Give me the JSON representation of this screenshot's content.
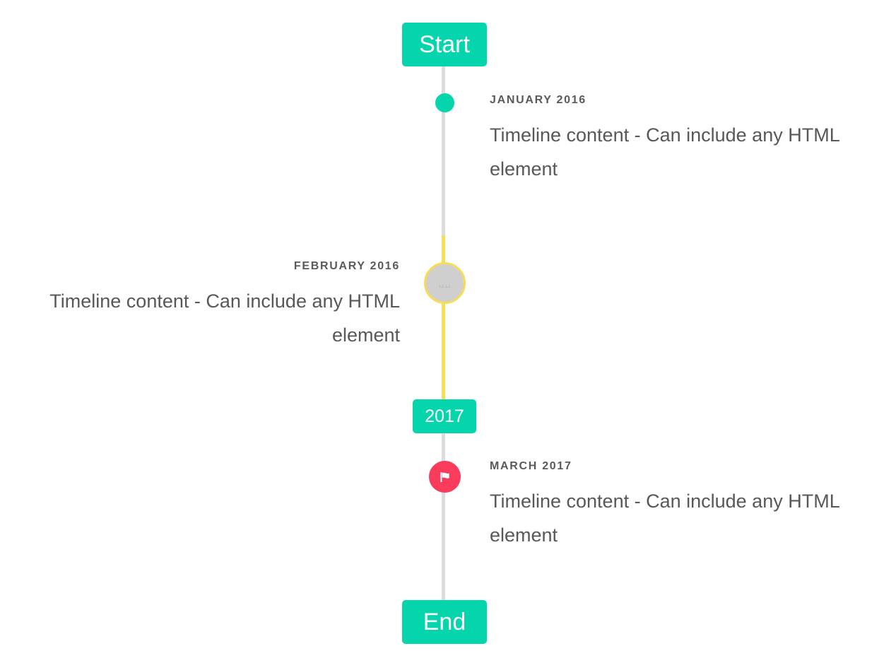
{
  "timeline": {
    "line_color": "#dcdcdc",
    "line_highlight_color": "#f7dc56",
    "accent_color": "#04d5ac",
    "flag_color": "#fb3b5c",
    "start_label": "Start",
    "milestone_label": "2017",
    "end_label": "End",
    "entries": [
      {
        "date": "JANUARY 2016",
        "body": "Timeline content - Can include any HTML element",
        "side": "right",
        "marker": "dot"
      },
      {
        "date": "FEBRUARY 2016",
        "body": "Timeline content - Can include any HTML element",
        "side": "left",
        "marker": "ring",
        "marker_glyph": "␣␣"
      },
      {
        "date": "MARCH 2017",
        "body": "Timeline content - Can include any HTML element",
        "side": "right",
        "marker": "flag"
      }
    ]
  }
}
